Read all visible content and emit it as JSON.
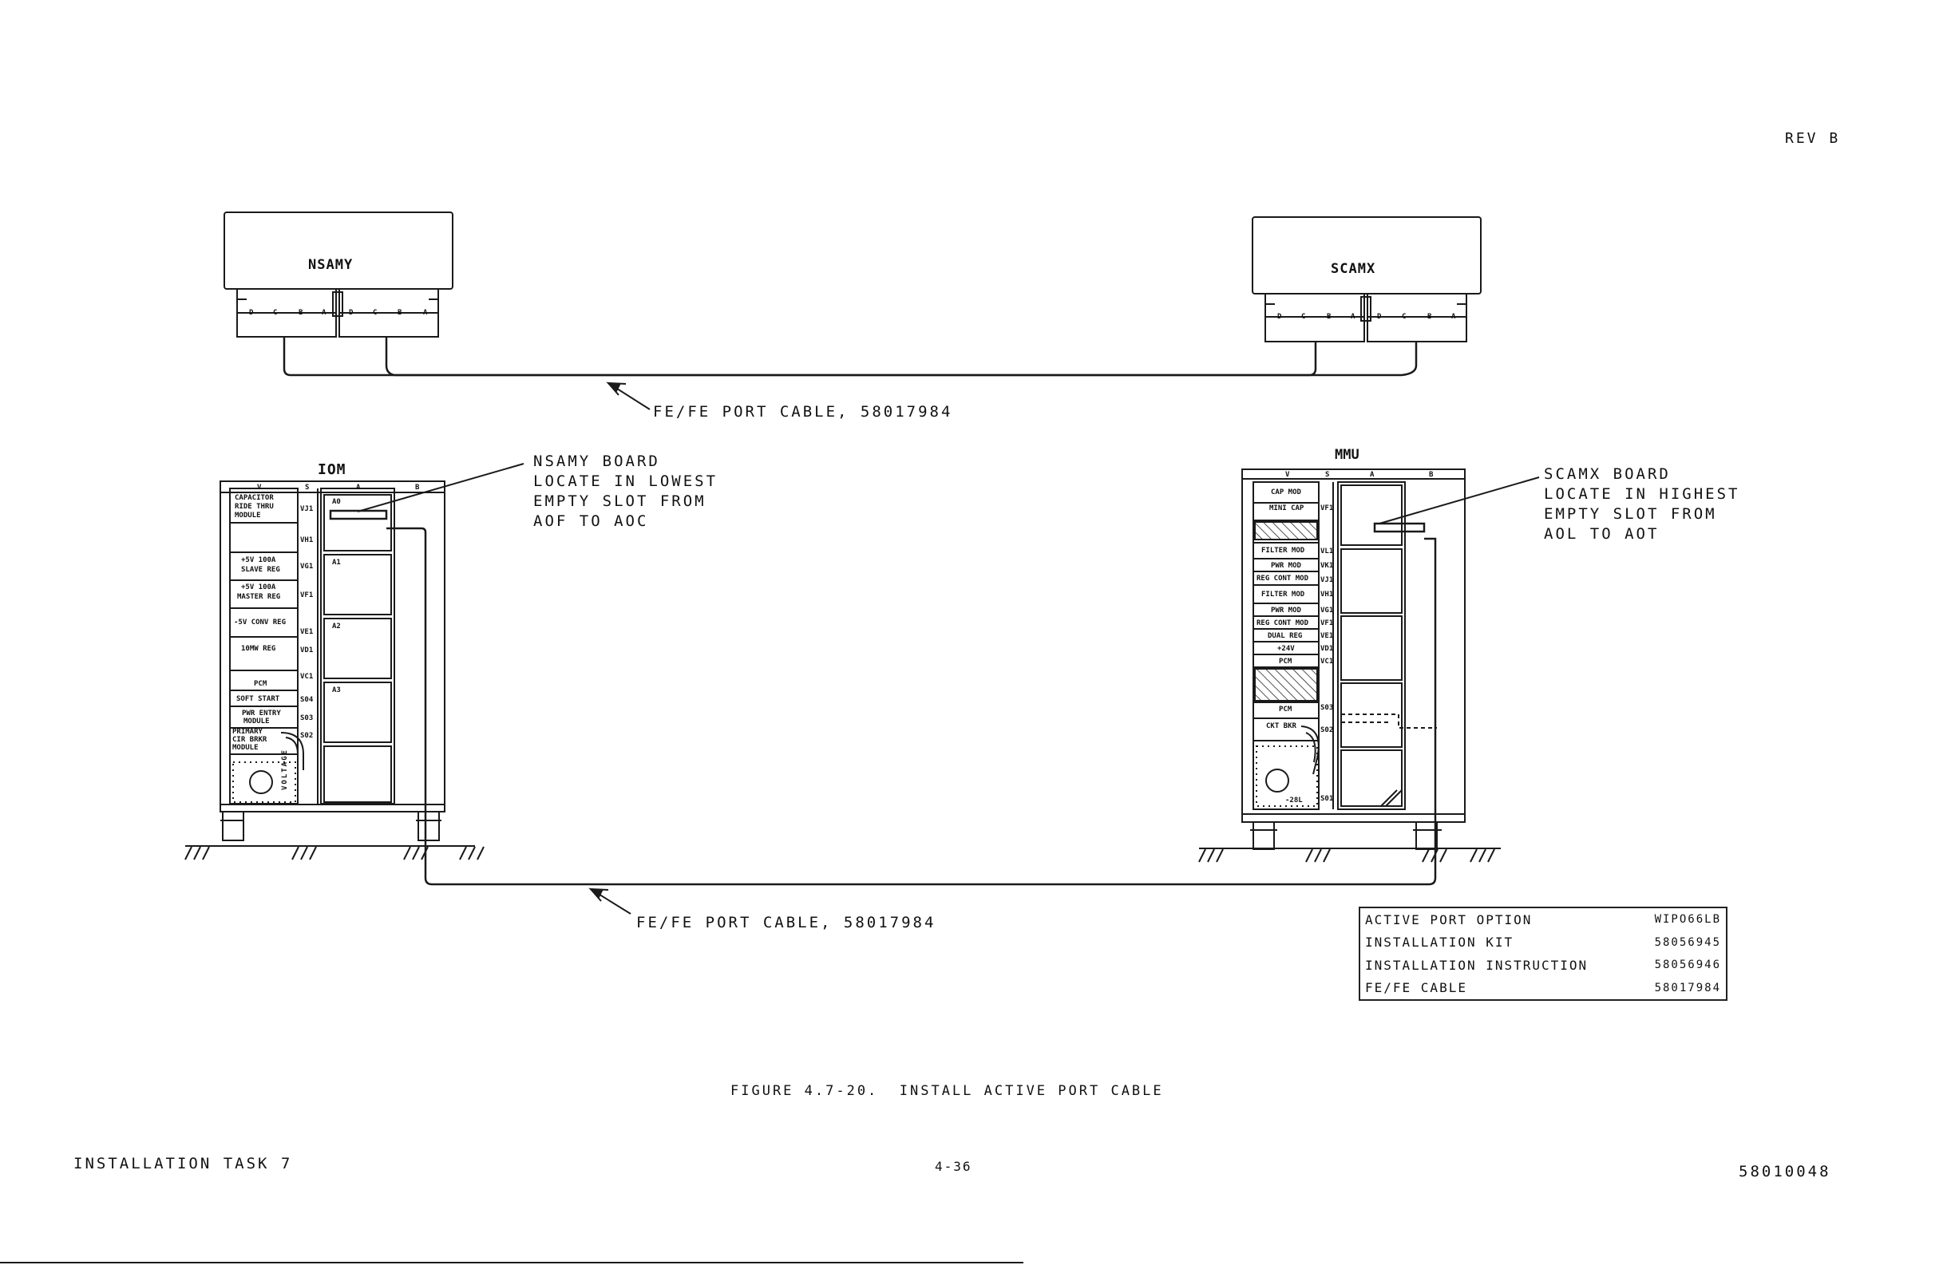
{
  "header": {
    "rev": "REV B"
  },
  "boards": {
    "left": {
      "name": "NSAMY",
      "pins": [
        "D",
        "C",
        "B",
        "A"
      ]
    },
    "right": {
      "name": "SCAMX",
      "pins": [
        "D",
        "C",
        "B",
        "A"
      ]
    }
  },
  "cables": {
    "top_label": "FE/FE PORT CABLE, 58017984",
    "bottom_label": "FE/FE PORT CABLE, 58017984"
  },
  "cabinets": {
    "left": {
      "name": "IOM",
      "column_letters": [
        "V",
        "S",
        "A",
        "B"
      ],
      "modules": [
        "CAPACITOR",
        "RIDE THRU",
        "MODULE",
        "+5V 100A",
        "SLAVE REG",
        "+5V 100A",
        "MASTER REG",
        "-5V CONV REG",
        "10MW REG",
        "PCM",
        "SOFT START",
        "PWR ENTRY",
        "MODULE",
        "PRIMARY",
        "CIR BRKR",
        "MODULE"
      ],
      "slot_labels": [
        "A0",
        "A1",
        "A2",
        "A3"
      ],
      "side_labels": [
        "VJ1",
        "VH1",
        "VG1",
        "VF1",
        "VE1",
        "VD1",
        "VC1",
        "S04",
        "S03",
        "S02"
      ],
      "vertical_text": "VOLTAGE"
    },
    "right": {
      "name": "MMU",
      "column_letters": [
        "V",
        "S",
        "A",
        "B"
      ],
      "modules": [
        "CAP MOD",
        "MINI CAP",
        "FILTER MOD",
        "PWR MOD",
        "REG CONT MOD",
        "FILTER MOD",
        "PWR MOD",
        "REG CONT MOD",
        "DUAL REG",
        "+24V",
        "PCM",
        "PCM",
        "CKT BKR",
        "-28L"
      ],
      "side_labels": [
        "VF1",
        "VL1",
        "VK1",
        "VJ1",
        "VH1",
        "VG1",
        "VF1",
        "VE1",
        "VD1",
        "VC1",
        "S03",
        "S02",
        "S01"
      ]
    }
  },
  "callouts": {
    "left": [
      "NSAMY BOARD",
      "LOCATE IN LOWEST",
      "EMPTY SLOT FROM",
      "AOF TO AOC"
    ],
    "right": [
      "SCAMX BOARD",
      "LOCATE IN HIGHEST",
      "EMPTY SLOT FROM",
      "AOL TO AOT"
    ]
  },
  "parts_table": [
    {
      "label": "ACTIVE PORT OPTION",
      "part": "WIPO66LB"
    },
    {
      "label": "INSTALLATION KIT",
      "part": "58056945"
    },
    {
      "label": "INSTALLATION INSTRUCTION",
      "part": "58056946"
    },
    {
      "label": "FE/FE CABLE",
      "part": "58017984"
    }
  ],
  "footer": {
    "figure_caption": "FIGURE 4.7-20.  INSTALL ACTIVE PORT CABLE",
    "task": "INSTALLATION TASK 7",
    "page": "4-36",
    "doc_number": "58010048"
  }
}
